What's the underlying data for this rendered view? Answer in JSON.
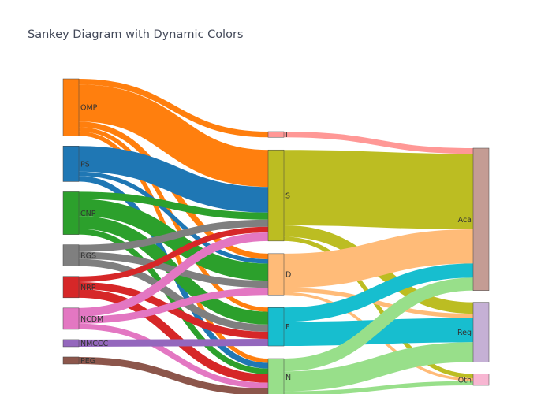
{
  "chart_data": {
    "type": "sankey",
    "title": "Sankey Diagram with Dynamic Colors",
    "nodes": [
      {
        "id": "OMP",
        "label": "OMP",
        "color": "#ff7f0e"
      },
      {
        "id": "PS",
        "label": "PS",
        "color": "#1f77b4"
      },
      {
        "id": "CNP",
        "label": "CNP",
        "color": "#2ca02c"
      },
      {
        "id": "RGS",
        "label": "RGS",
        "color": "#7f7f7f"
      },
      {
        "id": "NRP",
        "label": "NRP",
        "color": "#d62728"
      },
      {
        "id": "NCDM",
        "label": "NCDM",
        "color": "#e377c2"
      },
      {
        "id": "NMCCC",
        "label": "NMCCC",
        "color": "#9467bd"
      },
      {
        "id": "PEG",
        "label": "PEG",
        "color": "#8c564b"
      },
      {
        "id": "I",
        "label": "I",
        "color": "#ff9896"
      },
      {
        "id": "S",
        "label": "S",
        "color": "#bcbd22"
      },
      {
        "id": "D",
        "label": "D",
        "color": "#ffbb78"
      },
      {
        "id": "F",
        "label": "F",
        "color": "#17becf"
      },
      {
        "id": "N",
        "label": "N",
        "color": "#98df8a"
      },
      {
        "id": "Aca",
        "label": "Aca",
        "color": "#c49c94"
      },
      {
        "id": "Reg",
        "label": "Reg",
        "color": "#c5b0d5"
      },
      {
        "id": "Oth",
        "label": "Oth",
        "color": "#f7b6d2"
      }
    ],
    "links": [
      {
        "source": "OMP",
        "target": "I",
        "value": 4
      },
      {
        "source": "OMP",
        "target": "S",
        "value": 26
      },
      {
        "source": "OMP",
        "target": "D",
        "value": 4
      },
      {
        "source": "OMP",
        "target": "F",
        "value": 3
      },
      {
        "source": "OMP",
        "target": "N",
        "value": 3
      },
      {
        "source": "PS",
        "target": "S",
        "value": 18
      },
      {
        "source": "PS",
        "target": "D",
        "value": 3
      },
      {
        "source": "PS",
        "target": "N",
        "value": 4
      },
      {
        "source": "CNP",
        "target": "S",
        "value": 5
      },
      {
        "source": "CNP",
        "target": "D",
        "value": 12
      },
      {
        "source": "CNP",
        "target": "F",
        "value": 9
      },
      {
        "source": "CNP",
        "target": "N",
        "value": 4
      },
      {
        "source": "RGS",
        "target": "S",
        "value": 5
      },
      {
        "source": "RGS",
        "target": "D",
        "value": 5
      },
      {
        "source": "RGS",
        "target": "F",
        "value": 5
      },
      {
        "source": "NRP",
        "target": "S",
        "value": 4
      },
      {
        "source": "NRP",
        "target": "F",
        "value": 5
      },
      {
        "source": "NRP",
        "target": "N",
        "value": 6
      },
      {
        "source": "NCDM",
        "target": "S",
        "value": 6
      },
      {
        "source": "NCDM",
        "target": "D",
        "value": 5
      },
      {
        "source": "NCDM",
        "target": "N",
        "value": 4
      },
      {
        "source": "NMCCC",
        "target": "F",
        "value": 5
      },
      {
        "source": "PEG",
        "target": "N",
        "value": 5
      },
      {
        "source": "I",
        "target": "Aca",
        "value": 4
      },
      {
        "source": "S",
        "target": "Aca",
        "value": 53
      },
      {
        "source": "S",
        "target": "Reg",
        "value": 8
      },
      {
        "source": "S",
        "target": "Oth",
        "value": 3
      },
      {
        "source": "D",
        "target": "Aca",
        "value": 24
      },
      {
        "source": "D",
        "target": "Reg",
        "value": 3
      },
      {
        "source": "D",
        "target": "Oth",
        "value": 2
      },
      {
        "source": "F",
        "target": "Aca",
        "value": 10
      },
      {
        "source": "F",
        "target": "Reg",
        "value": 17
      },
      {
        "source": "N",
        "target": "Aca",
        "value": 9
      },
      {
        "source": "N",
        "target": "Reg",
        "value": 14
      },
      {
        "source": "N",
        "target": "Oth",
        "value": 3
      }
    ]
  }
}
